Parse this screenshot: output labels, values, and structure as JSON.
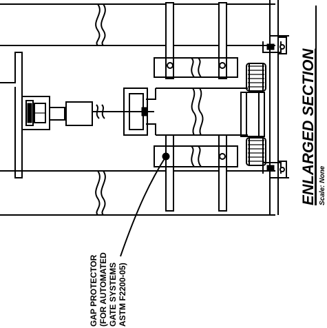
{
  "title": "ENLARGED SECTION",
  "scale_note": "Scale: None",
  "callout": {
    "lines": [
      "GAP PROTECTOR",
      "(FOR AUTOMATED",
      "GATE SYSTEMS",
      "ASTM F2200-05)"
    ]
  }
}
